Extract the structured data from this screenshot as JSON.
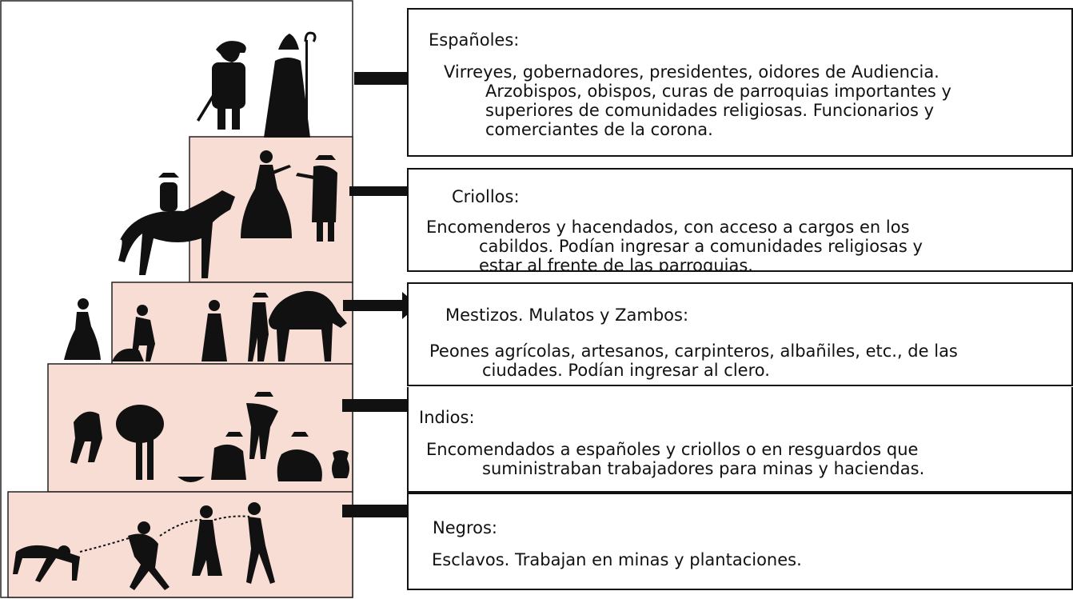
{
  "levels": [
    {
      "title": "Españoles:",
      "lines": [
        "Virreyes, gobernadores, presidentes, oidores de Audiencia.",
        "Arzobispos, obispos, curas de parroquias importantes y",
        "superiores de comunidades religiosas. Funcionarios y",
        "comerciantes de la corona."
      ]
    },
    {
      "title": "Criollos:",
      "lines": [
        "Encomenderos y hacendados, con acceso a cargos en los",
        "cabildos. Podían ingresar a comunidades religiosas y",
        "estar al frente de las parroquias."
      ]
    },
    {
      "title": "Mestizos. Mulatos y Zambos:",
      "lines": [
        "Peones agrícolas, artesanos, carpinteros, albañiles, etc., de las",
        "ciudades. Podían ingresar al clero."
      ]
    },
    {
      "title": "Indios:",
      "lines": [
        "Encomendados a españoles y criollos o en resguardos que",
        "suministraban trabajadores para minas y haciendas."
      ]
    },
    {
      "title": "Negros:",
      "lines": [
        "Esclavos. Trabajan en minas y plantaciones."
      ]
    }
  ],
  "colors": {
    "step_fill": "#f7ddd3",
    "silhouette": "#111111",
    "border": "#111111"
  }
}
